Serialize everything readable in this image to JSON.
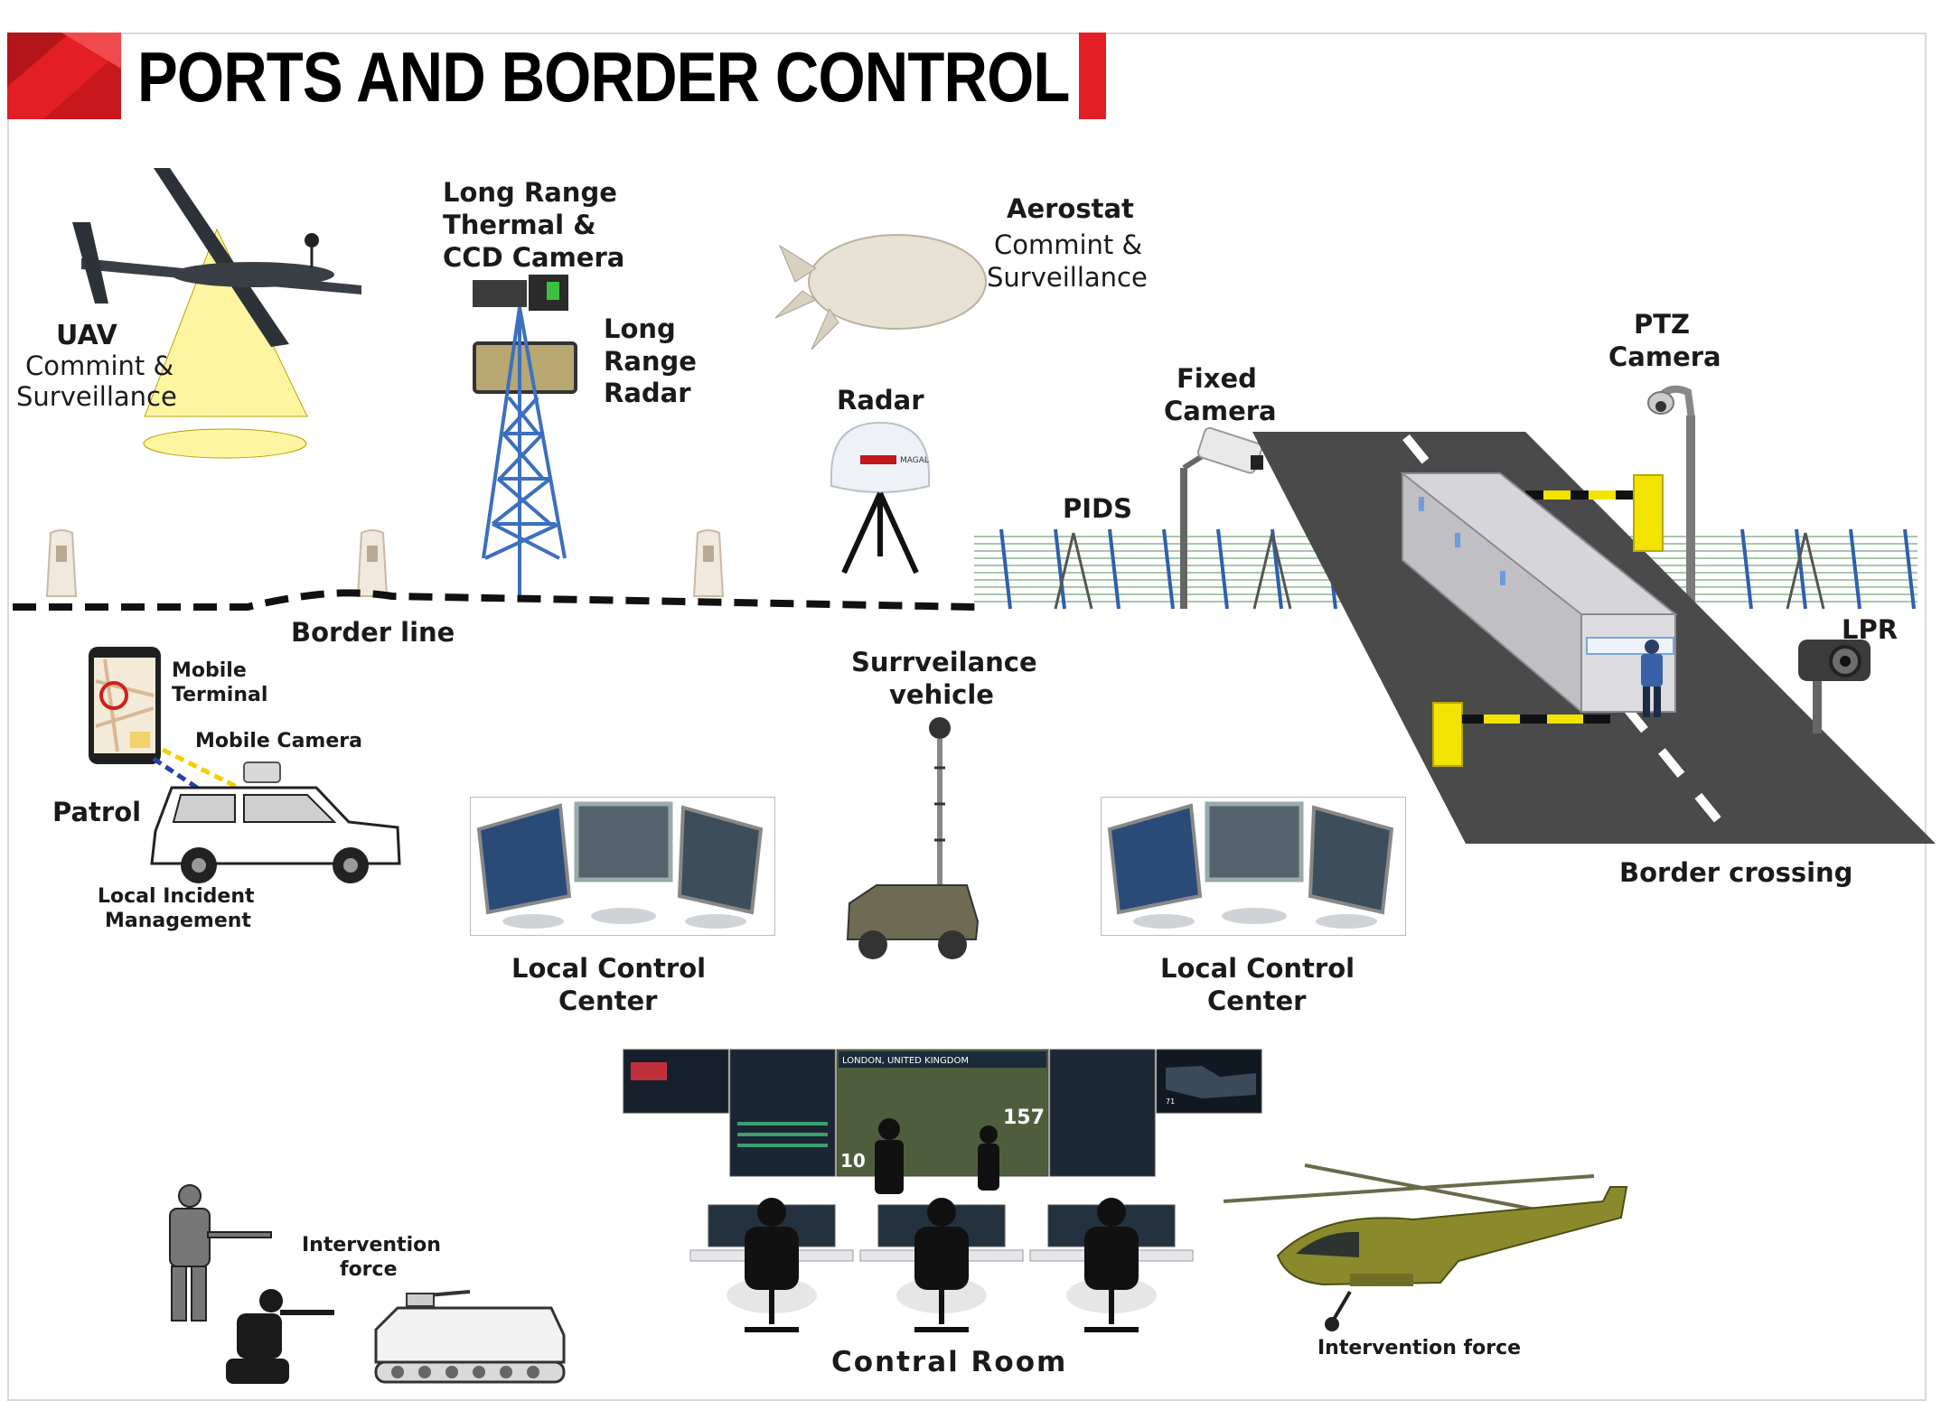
{
  "header": {
    "title": "PORTS AND BORDER CONTROL",
    "accent_color": "#e31e24"
  },
  "labels": {
    "uav_title": "UAV",
    "uav_sub1": "Commint &",
    "uav_sub2": "Surveillance",
    "lr_camera1": "Long Range",
    "lr_camera2": "Thermal &",
    "lr_camera3": "CCD Camera",
    "lr_radar1": "Long",
    "lr_radar2": "Range",
    "lr_radar3": "Radar",
    "aerostat_title": "Aerostat",
    "aerostat_sub1": "Commint &",
    "aerostat_sub2": "Surveillance",
    "radar": "Radar",
    "ptz1": "PTZ",
    "ptz2": "Camera",
    "fixed1": "Fixed",
    "fixed2": "Camera",
    "pids": "PIDS",
    "lpr": "LPR",
    "border_line": "Border line",
    "mobile_terminal1": "Mobile",
    "mobile_terminal2": "Terminal",
    "mobile_camera": "Mobile Camera",
    "patrol": "Patrol",
    "lim1": "Local Incident",
    "lim2": "Management",
    "surv_vehicle1": "Surrveilance",
    "surv_vehicle2": "vehicle",
    "lcc_left1": "Local Control",
    "lcc_left2": "Center",
    "lcc_right1": "Local Control",
    "lcc_right2": "Center",
    "border_crossing": "Border crossing",
    "central_room": "Contral Room",
    "intervention_left1": "Intervention",
    "intervention_left2": "force",
    "intervention_right": "Intervention force"
  },
  "screen_text": {
    "location": "LONDON, UNITED KINGDOM",
    "big_number": "157",
    "small_number": "10",
    "mini_value": "71",
    "radar_brand": "MAGAL"
  },
  "colors": {
    "road": "#4a4a4a",
    "fence": "#2f5fb0",
    "barrier": "#f2e400",
    "cone": "#fdf5a0",
    "tower": "#3c6fc0"
  }
}
